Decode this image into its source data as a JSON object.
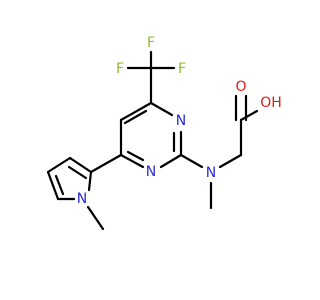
{
  "molecule": {
    "atoms": {
      "F1": "F",
      "F2": "F",
      "F3": "F",
      "N_ring_top": "N",
      "N_ring_bottom": "N",
      "N_amine": "N",
      "N_pyrrole": "N",
      "O_hydroxyl": "OH",
      "O_carbonyl": "O"
    },
    "colors": {
      "bond": "#000000",
      "fluorine": "#8fbf2a",
      "nitrogen": "#2a2ad4",
      "oxygen": "#e01b1b"
    }
  }
}
